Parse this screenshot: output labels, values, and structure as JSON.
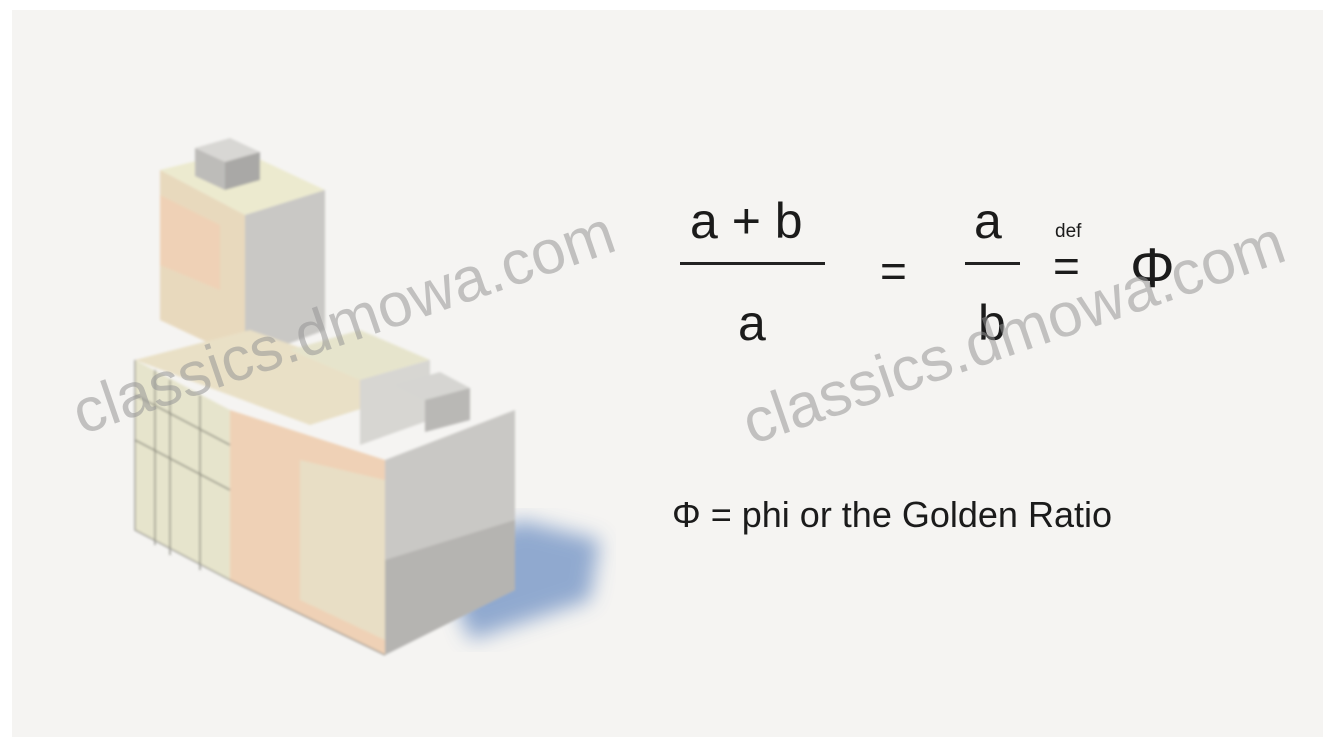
{
  "formula": {
    "numerator_left": "a + b",
    "denominator_left": "a",
    "equals": "=",
    "numerator_right": "a",
    "denominator_right": "b",
    "def_label": "def",
    "def_equals": "=",
    "phi_symbol": "Φ"
  },
  "caption": "Φ = phi or the Golden Ratio",
  "watermarks": [
    "classics.dmowa.com",
    "classics.dmowa.com"
  ],
  "colors": {
    "background": "#f5f4f2",
    "block_light": "#e6e4cc",
    "block_peach": "#efd1b6",
    "block_grey": "#c9c8c5",
    "shadow_blue": "#7f9cc9"
  }
}
